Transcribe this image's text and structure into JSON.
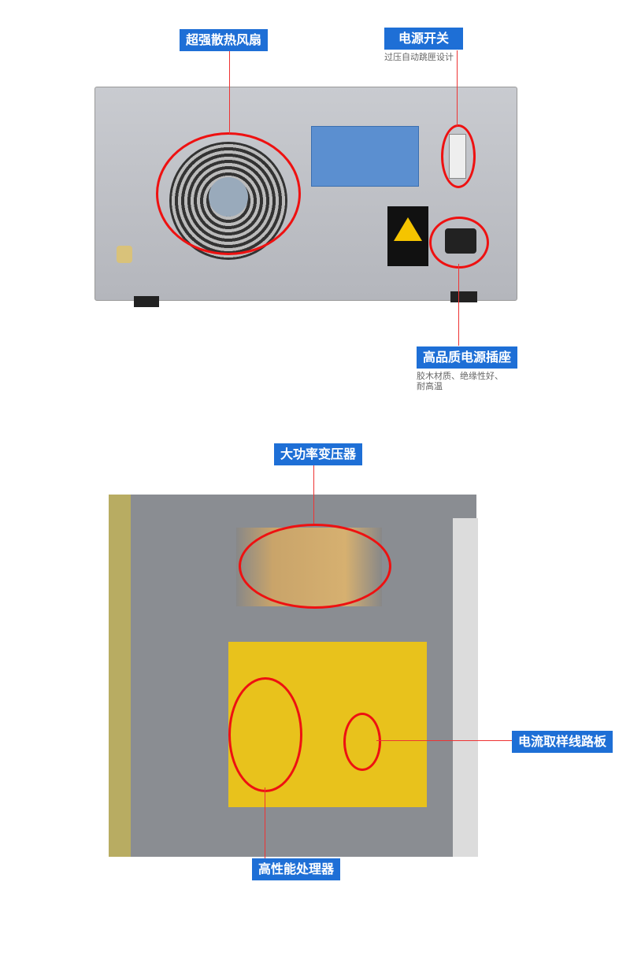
{
  "top_panel": {
    "fan_label": "超强散热风扇",
    "switch_label": "电源开关",
    "switch_desc": "过压自动跳匣设计",
    "socket_label": "高品质电源插座",
    "socket_desc_line1": "胶木材质、绝缘性好、",
    "socket_desc_line2": "耐高温"
  },
  "bottom_panel": {
    "transformer_label": "大功率变压器",
    "sampling_label": "电流取样线路板",
    "processor_label": "高性能处理器"
  },
  "colors": {
    "label_bg": "#1e6fd6",
    "callout": "#e11111"
  }
}
